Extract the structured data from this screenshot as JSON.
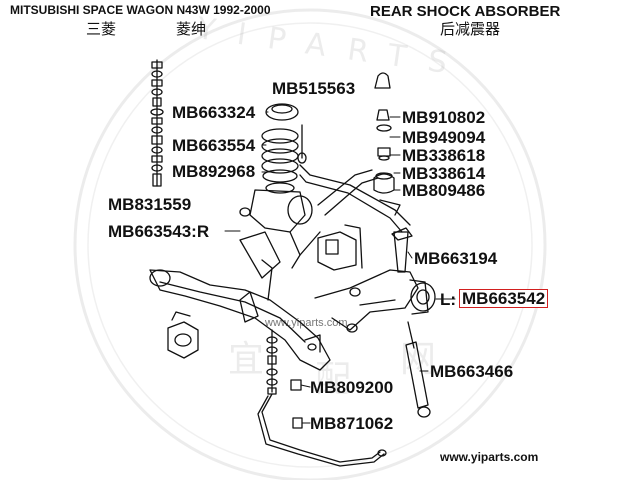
{
  "header": {
    "title_en": "MITSUBISHI SPACE WAGON  N43W 1992-2000",
    "title_cn_brand": "三菱",
    "title_cn_model": "菱绅",
    "section_en": "REAR SHOCK ABSORBER",
    "section_cn": "后减震器"
  },
  "parts": {
    "p1": "MB515563",
    "p2": "MB663324",
    "p3": "MB663554",
    "p4": "MB892968",
    "p5": "MB831559",
    "p6": "MB663543:R",
    "p7": "MB910802",
    "p8": "MB949094",
    "p9": "MB338618",
    "p10": "MB338614",
    "p11": "MB809486",
    "p12": "MB663194",
    "p13_prefix": "L:",
    "p13": "MB663542",
    "p14": "MB663466",
    "p15": "MB809200",
    "p16": "MB871062"
  },
  "watermark": {
    "url_center": "www.yiparts.com",
    "chars": [
      "宜",
      "配",
      "网"
    ],
    "arc": "YIPARTS"
  },
  "footer": {
    "site": "www.yiparts.com"
  },
  "colors": {
    "highlight": "#d21f1f",
    "line": "#111111"
  }
}
